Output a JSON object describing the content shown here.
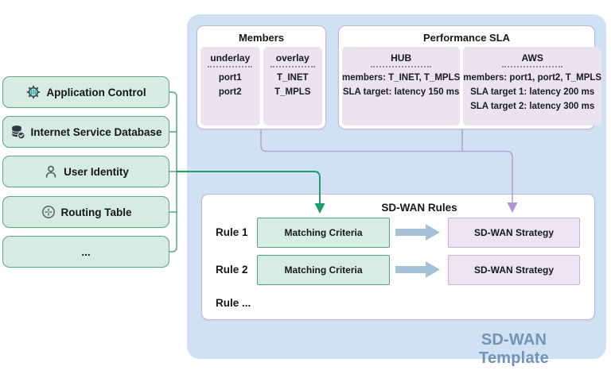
{
  "left_panel": {
    "items": [
      {
        "label": "Application Control",
        "icon": "gear-sliders-icon"
      },
      {
        "label": "Internet Service Database",
        "icon": "database-check-icon"
      },
      {
        "label": "User Identity",
        "icon": "user-icon"
      },
      {
        "label": "Routing Table",
        "icon": "routing-compass-icon"
      },
      {
        "label": "...",
        "icon": "none"
      }
    ]
  },
  "template": {
    "label": "SD-WAN Template",
    "members": {
      "title": "Members",
      "groups": [
        {
          "header": "underlay",
          "values": [
            "port1",
            "port2"
          ]
        },
        {
          "header": "overlay",
          "values": [
            "T_INET",
            "T_MPLS"
          ]
        }
      ]
    },
    "performance_sla": {
      "title": "Performance SLA",
      "groups": [
        {
          "header": "HUB",
          "values": [
            "members: T_INET, T_MPLS",
            "SLA target: latency 150 ms"
          ]
        },
        {
          "header": "AWS",
          "values": [
            "members: port1, port2, T_MPLS",
            "SLA target 1: latency 200 ms",
            "SLA target 2: latency 300 ms"
          ]
        }
      ]
    },
    "rules": {
      "title": "SD-WAN Rules",
      "rows": [
        {
          "label": "Rule 1",
          "criteria": "Matching Criteria",
          "strategy": "SD-WAN Strategy"
        },
        {
          "label": "Rule 2",
          "criteria": "Matching Criteria",
          "strategy": "SD-WAN Strategy"
        }
      ],
      "more_label": "Rule ..."
    }
  },
  "colors": {
    "container_bg": "#cfe1f3",
    "left_item_bg": "#d6ece2",
    "left_item_border": "#57a886",
    "green_connector": "#1f9e6b",
    "purple_connector": "#b89fd6",
    "panel_border": "#c6b3da",
    "lavender_bg": "#eae4f1",
    "criteria_bg": "#d7ece2",
    "criteria_border": "#4fa682",
    "strategy_bg": "#ebe5f3",
    "flow_arrow_blue": "#a7c2d8",
    "template_label_text": "#6f94bb"
  }
}
